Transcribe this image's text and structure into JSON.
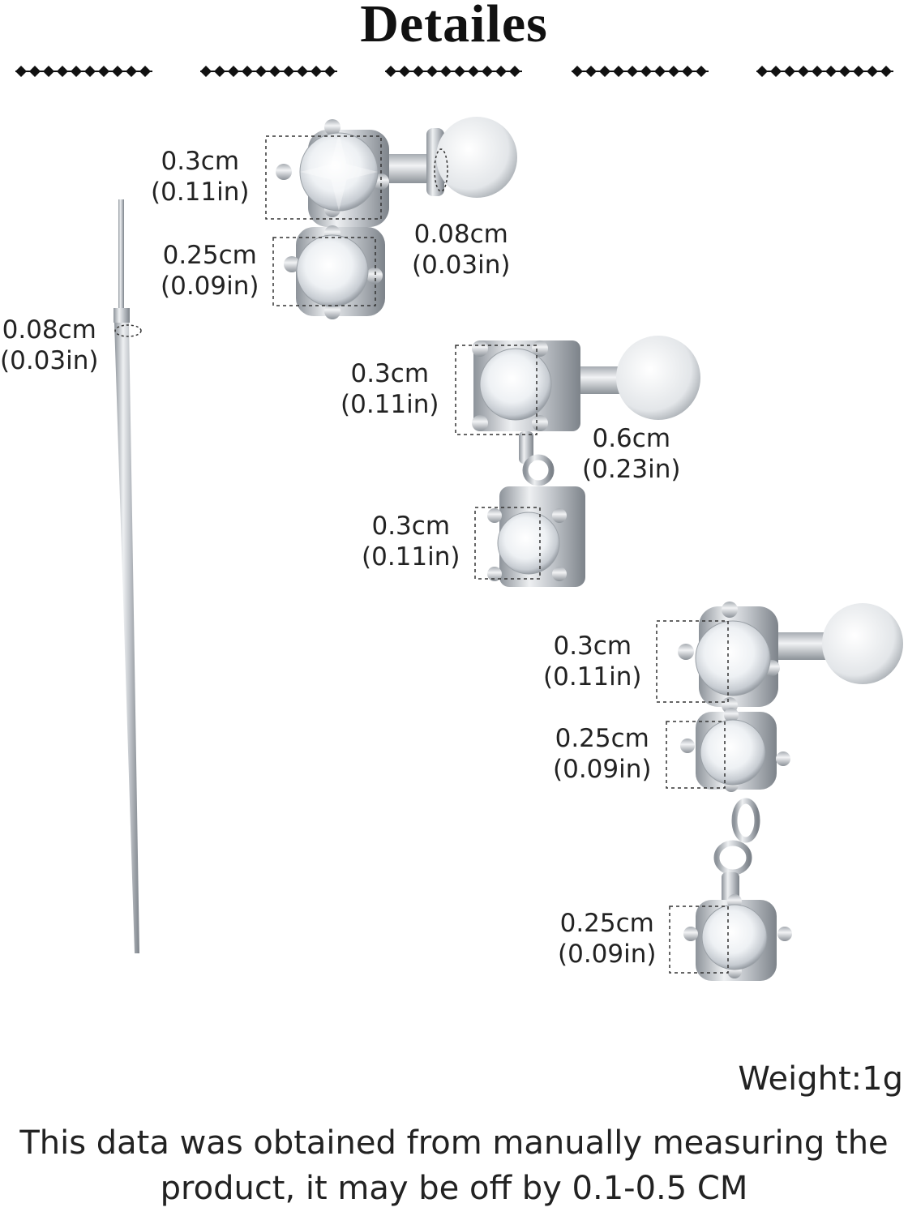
{
  "heading": "Detailes",
  "needle": {
    "label_cm": "0.08cm",
    "label_in": "(0.03in)"
  },
  "earring_top": {
    "stone1_cm": "0.3cm",
    "stone1_in": "(0.11in)",
    "bar_cm": "0.08cm",
    "bar_in": "(0.03in)",
    "stone2_cm": "0.25cm",
    "stone2_in": "(0.09in)"
  },
  "earring_middle": {
    "stone1_cm": "0.3cm",
    "stone1_in": "(0.11in)",
    "bar_cm": "0.6cm",
    "bar_in": "(0.23in)",
    "stone2_cm": "0.3cm",
    "stone2_in": "(0.11in)"
  },
  "earring_bottom": {
    "stone1_cm": "0.3cm",
    "stone1_in": "(0.11in)",
    "stone2_cm": "0.25cm",
    "stone2_in": "(0.09in)",
    "stone3_cm": "0.25cm",
    "stone3_in": "(0.09in)"
  },
  "weight": "Weight:1g",
  "disclaimer_line1": "This data was obtained from manually measuring the",
  "disclaimer_line2": "product, it may be off by 0.1-0.5 CM",
  "colors": {
    "metal": "#c9cdd2",
    "text": "#222222",
    "divider": "#111111"
  }
}
